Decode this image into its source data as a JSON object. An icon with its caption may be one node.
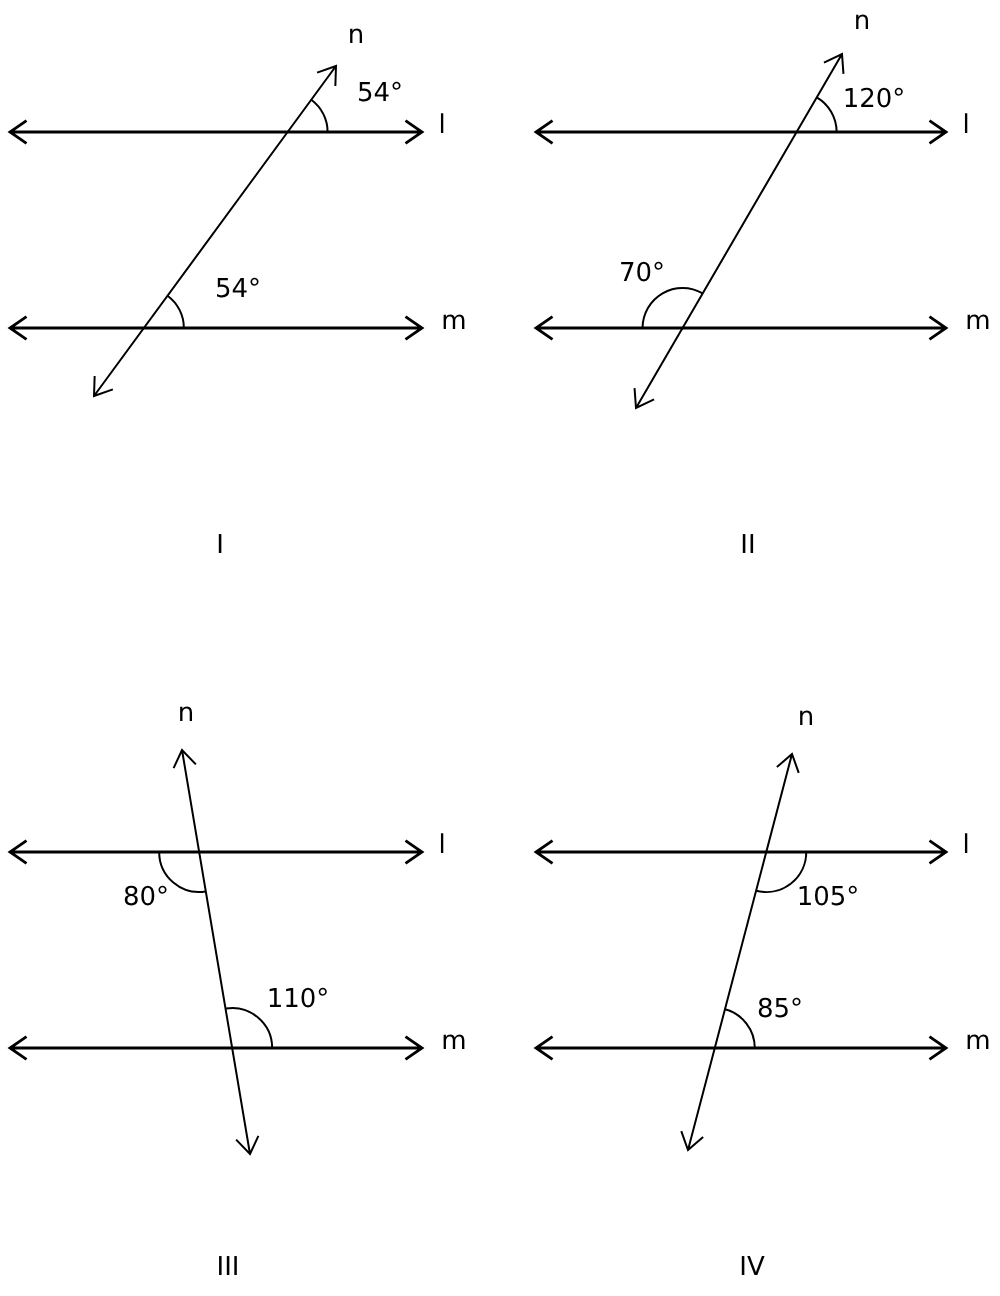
{
  "diagram": {
    "labels": [
      "n",
      "54°",
      "l",
      "54°",
      "m",
      "I",
      "n",
      "120°",
      "l",
      "70°",
      "m",
      "II",
      "n",
      "l",
      "80°",
      "110°",
      "m",
      "III",
      "n",
      "l",
      "105°",
      "85°",
      "m",
      "IV"
    ]
  }
}
